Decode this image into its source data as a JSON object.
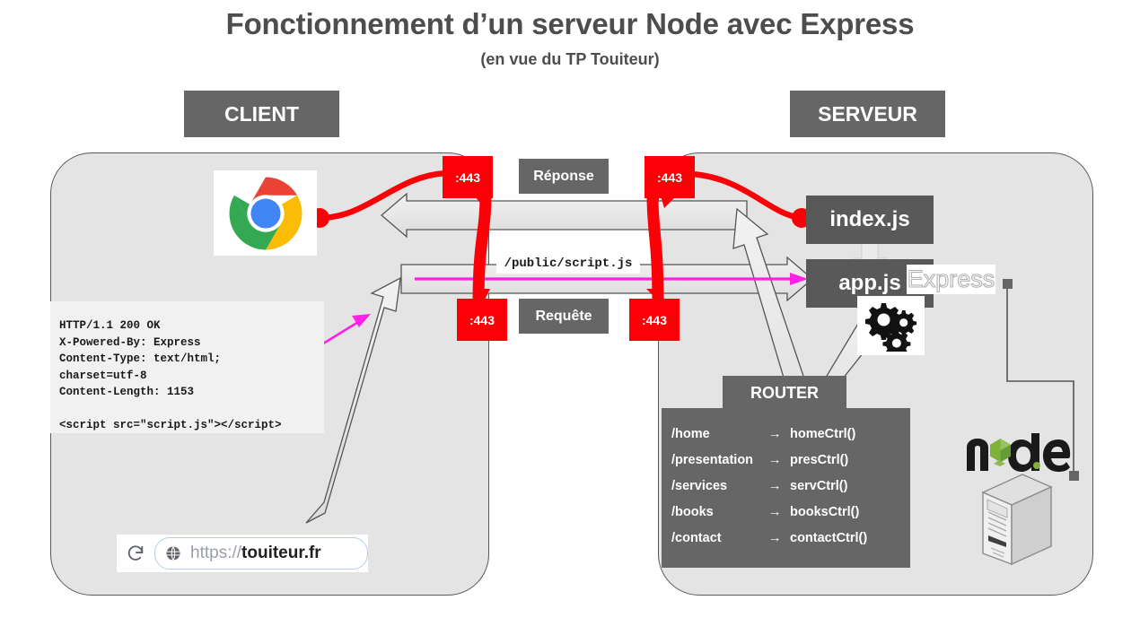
{
  "header": {
    "title": "Fonctionnement d’un serveur Node avec Express",
    "subtitle": "(en vue du TP Touiteur)"
  },
  "colors": {
    "panel_fill": "#e4e4e4",
    "panel_border": "#58595b",
    "chip_gray": "#666666",
    "box_gray": "#595959",
    "red": "#fb0007",
    "magenta": "#ff22e6",
    "arrow_fill": "#e8e8e8",
    "arrow_stroke": "#555555",
    "node_green": "#7fb13b",
    "title_gray": "#4d4d4d"
  },
  "zones": {
    "client_label": "CLIENT",
    "server_label": "SERVEUR"
  },
  "flow": {
    "response_label": "Réponse",
    "request_label": "Requête",
    "port_badge": ":443",
    "port_badges": [
      ":443",
      ":443",
      ":443",
      ":443"
    ],
    "static_asset_path": "/public/script.js"
  },
  "client": {
    "browser_icon": "chrome-logo-icon",
    "http_response": "HTTP/1.1 200 OK\nX-Powered-By: Express\nContent-Type: text/html;\ncharset=utf-8\nContent-Length: 1153\n\n<script src=\"script.js\"></script>",
    "urlbar": {
      "reload_icon": "reload-icon",
      "site_icon": "globe-icon",
      "url_scheme": "https://",
      "url_host": "touiteur.fr",
      "url_full": "https://touiteur.fr"
    }
  },
  "server": {
    "index_file": "index.js",
    "app_file": "app.js",
    "framework_logo": "Express",
    "gears_icon": "gears-icon",
    "node_logo": "node-logo-icon",
    "server_tower_icon": "server-tower-icon",
    "router": {
      "title": "ROUTER",
      "arrow_glyph": "→",
      "routes": [
        {
          "path": "/home",
          "arrow": "→",
          "controller": "homeCtrl()"
        },
        {
          "path": "/presentation",
          "arrow": "→",
          "controller": "presCtrl()"
        },
        {
          "path": "/services",
          "arrow": "→",
          "controller": "servCtrl()"
        },
        {
          "path": "/books",
          "arrow": "→",
          "controller": "booksCtrl()"
        },
        {
          "path": "/contact",
          "arrow": "→",
          "controller": "contactCtrl()"
        }
      ]
    }
  }
}
